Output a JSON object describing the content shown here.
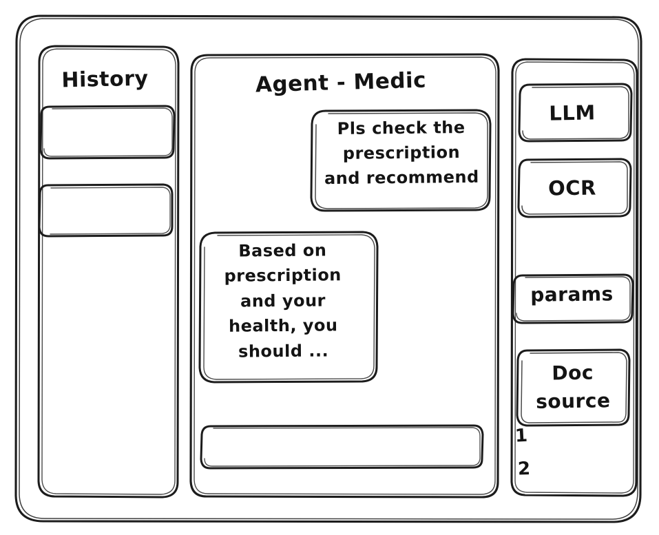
{
  "window": {
    "frame_name": "app-window-frame",
    "stroke_color": "#1c1c1c",
    "background_color": "#ffffff"
  },
  "sidebar_left": {
    "title": "History",
    "items": [
      {
        "label": "",
        "name": "history-item-1"
      },
      {
        "label": "",
        "name": "history-item-2"
      }
    ]
  },
  "main": {
    "title": "Agent - Medic",
    "messages": [
      {
        "role": "user",
        "text": "Pls check the\nprescription\nand recommend"
      },
      {
        "role": "agent",
        "text": "Based on\nprescription\nand your\nhealth, you\nshould ..."
      }
    ],
    "composer": {
      "value": "",
      "placeholder": ""
    }
  },
  "sidebar_right": {
    "tools": [
      {
        "label": "LLM",
        "name": "tool-llm"
      },
      {
        "label": "OCR",
        "name": "tool-ocr"
      }
    ],
    "params": {
      "label": "params"
    },
    "doc_source": {
      "label": "Doc\nsource",
      "markers": [
        "1",
        "2"
      ]
    }
  }
}
